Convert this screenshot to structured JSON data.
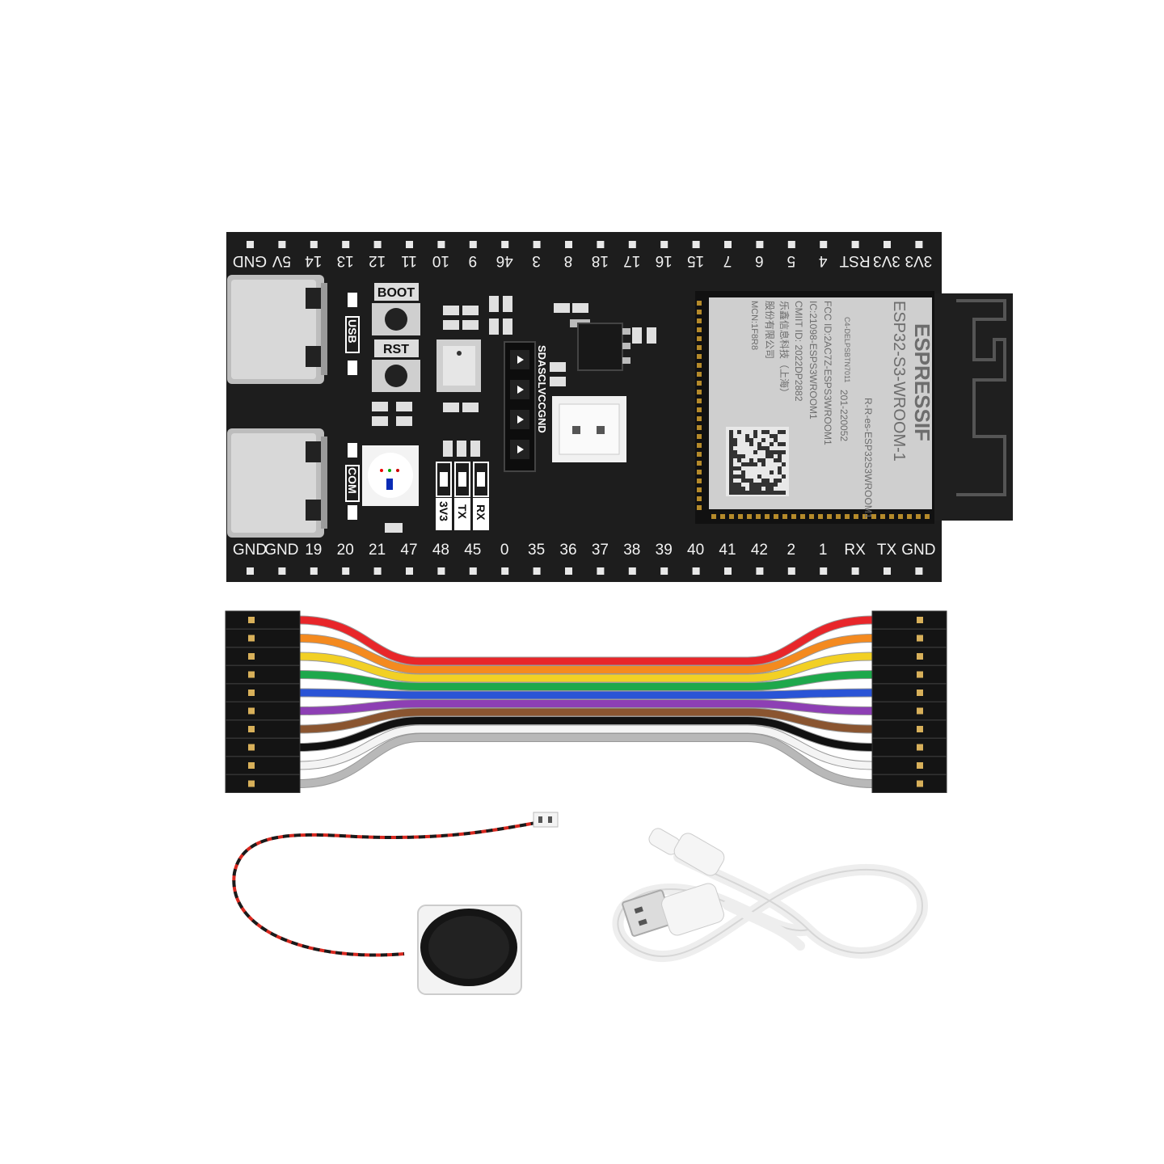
{
  "board": {
    "top_pins": [
      "GND",
      "5V",
      "14",
      "13",
      "12",
      "11",
      "10",
      "9",
      "46",
      "3",
      "8",
      "18",
      "17",
      "16",
      "15",
      "7",
      "6",
      "5",
      "4",
      "RST",
      "3V3",
      "3V3"
    ],
    "bottom_pins": [
      "GND",
      "GND",
      "19",
      "20",
      "21",
      "47",
      "48",
      "45",
      "0",
      "35",
      "36",
      "37",
      "38",
      "39",
      "40",
      "41",
      "42",
      "2",
      "1",
      "RX",
      "TX",
      "GND"
    ],
    "buttons": {
      "boot": "BOOT",
      "reset": "RST"
    },
    "port_labels": {
      "usb": "USB",
      "com": "COM"
    },
    "uart_labels": [
      "3V3",
      "TX",
      "RX"
    ],
    "i2c_header": "SDASCLVCCGND",
    "module": {
      "brand": "ESPRESSIF",
      "model": "ESP32-S3-WROOM-1",
      "fcc": "FCC ID:2AC7Z-ESPS3WROOM1",
      "ic": "IC:21098-ESPS3WROOM1",
      "cmiit": "CMIIT ID: 2022DP2882",
      "maker": "乐鑫信息科技（上海）",
      "maker2": "股份有限公司",
      "mcn": "MCN:1F8R8",
      "cert_left": "C4-DELPSBTN7011",
      "cert_right": "R-R-es-ESP32S3WROOM1",
      "telec": "201-220052"
    },
    "colors": {
      "pcb": "#1d1d1d",
      "silk": "#ffffff",
      "shield": "#cfcfcf"
    }
  },
  "jumper_cable": {
    "wire_colors": [
      "#e8262a",
      "#f48a1f",
      "#f2d024",
      "#1ea84b",
      "#2a54d6",
      "#8d3fb4",
      "#8a5530",
      "#111111",
      "#f4f4f4",
      "#b8b8b8"
    ]
  },
  "speaker": {
    "wire_colors": [
      "#d8281f",
      "#1a1a1a"
    ]
  },
  "usb_cable": {
    "color": "#f3f3f3"
  }
}
